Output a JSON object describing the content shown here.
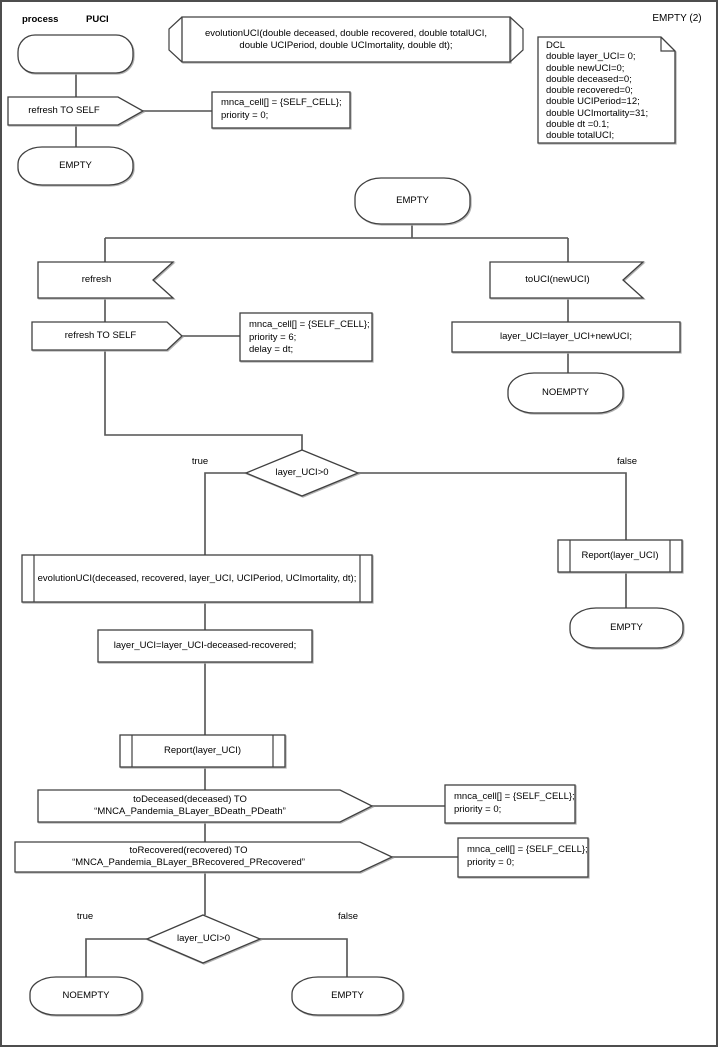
{
  "page": {
    "kind_label": "process",
    "process_name": "PUCI",
    "instance_label": "EMPTY (2)"
  },
  "declaration": {
    "text": "evolutionUCI(double deceased, double recovered, double totalUCI,\ndouble UCIPeriod, double UCImortality, double dt);"
  },
  "dcl_note": {
    "text": "DCL\ndouble layer_UCI= 0;\ndouble newUCI=0;\ndouble deceased=0;\ndouble recovered=0;\ndouble UCIPeriod=12;\ndouble UCImortality=31;\ndouble dt =0.1;\ndouble totalUCI;"
  },
  "start_flow": {
    "output_refresh_self": "refresh TO SELF",
    "comment": "mnca_cell[] = {SELF_CELL};\npriority = 0;",
    "state_empty": "EMPTY"
  },
  "main_flow": {
    "state_empty": "EMPTY",
    "input_refresh": "refresh",
    "input_touci": "toUCI(newUCI)",
    "output_refresh_self": "refresh TO SELF",
    "comment_refresh": "mnca_cell[] = {SELF_CELL};\npriority = 6;\ndelay = dt;",
    "task_add": "layer_UCI=layer_UCI+newUCI;",
    "state_noempty": "NOEMPTY",
    "decision1": "layer_UCI>0",
    "decision1_true": "true",
    "decision1_false": "false",
    "proc_report_false": "Report(layer_UCI)",
    "state_empty_false": "EMPTY",
    "proc_evolution": "evolutionUCI(deceased, recovered, layer_UCI, UCIPeriod, UCImortality, dt);",
    "task_sub": "layer_UCI=layer_UCI-deceased-recovered;",
    "proc_report": "Report(layer_UCI)",
    "output_deceased": "toDeceased(deceased) TO “MNCA_Pandemia_BLayer_BDeath_PDeath”",
    "comment_deceased": "mnca_cell[] = {SELF_CELL};\npriority = 0;",
    "output_recovered": "toRecovered(recovered) TO “MNCA_Pandemia_BLayer_BRecovered_PRecovered”",
    "comment_recovered": "mnca_cell[] = {SELF_CELL};\npriority = 0;",
    "decision2": "layer_UCI>0",
    "decision2_true": "true",
    "decision2_false": "false",
    "state_noempty2": "NOEMPTY",
    "state_empty2": "EMPTY"
  },
  "colors": {
    "shape_stroke": "#404040",
    "connector": "#595959",
    "background": "#ffffff",
    "text": "#000000"
  }
}
